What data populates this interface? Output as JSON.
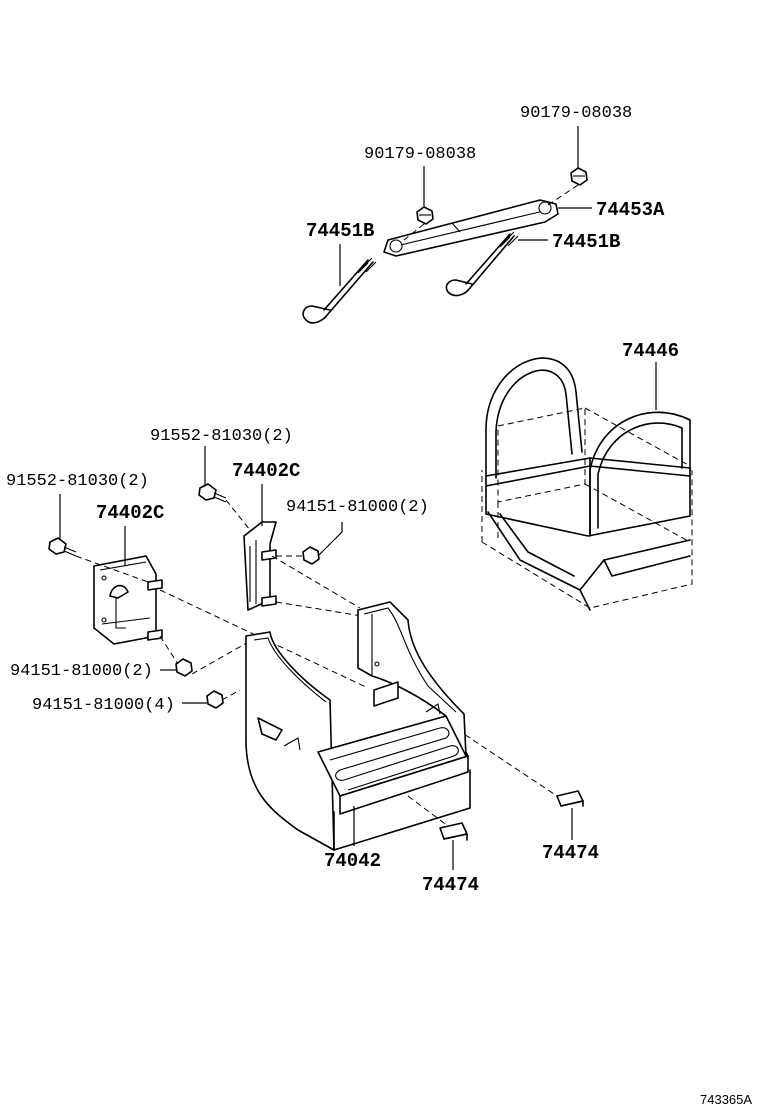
{
  "labels": {
    "nut_top_right": "90179-08038",
    "nut_top_left": "90179-08038",
    "clamp": "74453A",
    "rod_left": "74451B",
    "rod_right": "74451B",
    "cover": "74446",
    "bolt_upper": "91552-81030(2)",
    "bolt_left": "91552-81030(2)",
    "bracket_upper": "74402C",
    "bracket_left": "74402C",
    "nut_upper_right": "94151-81000(2)",
    "nut_left_a": "94151-81000(2)",
    "nut_left_b": "94151-81000(4)",
    "tray": "74042",
    "pad_lower": "74474",
    "pad_right": "74474"
  },
  "reference_code": "743365A"
}
